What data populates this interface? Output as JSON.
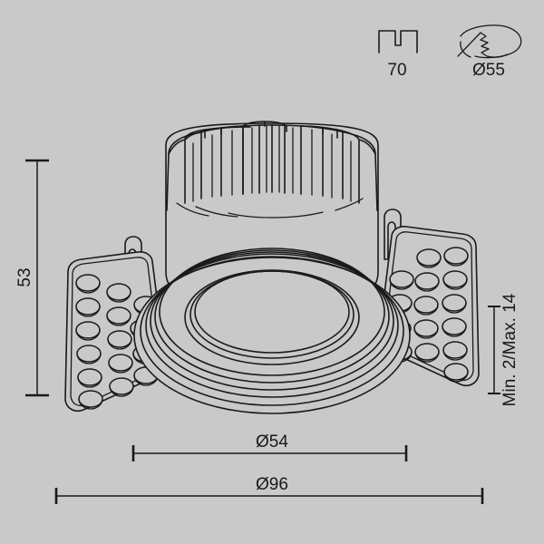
{
  "drawing": {
    "title": "Recessed downlight technical drawing",
    "background_color": "#c9c9c9",
    "line_color": "#1a1a1a"
  },
  "top_icons": [
    {
      "name": "cutout-depth-icon",
      "icon": "recess-depth-icon",
      "label": "70"
    },
    {
      "name": "cutout-diameter-icon",
      "icon": "saw-cut-circle-icon",
      "label": "Ø55"
    }
  ],
  "dimensions": {
    "height": {
      "name": "height-dimension",
      "label": "53",
      "orientation": "vertical",
      "side": "left"
    },
    "ceiling_thickness": {
      "name": "ceiling-thickness-dimension",
      "label": "Min. 2/Max. 14",
      "orientation": "vertical",
      "side": "right"
    },
    "inner_diameter": {
      "name": "inner-diameter-dimension",
      "label": "Ø54",
      "orientation": "horizontal"
    },
    "outer_diameter": {
      "name": "outer-diameter-dimension",
      "label": "Ø96",
      "orientation": "horizontal"
    }
  },
  "product": {
    "heatsink": "finned-heatsink",
    "body": "cylindrical-housing",
    "trim": "trimless-ring",
    "reflector": "inner-reflector",
    "brackets": [
      "left-spring-bracket",
      "right-spring-bracket"
    ],
    "clips": [
      "left-clip-tab",
      "right-clip-tab"
    ]
  }
}
